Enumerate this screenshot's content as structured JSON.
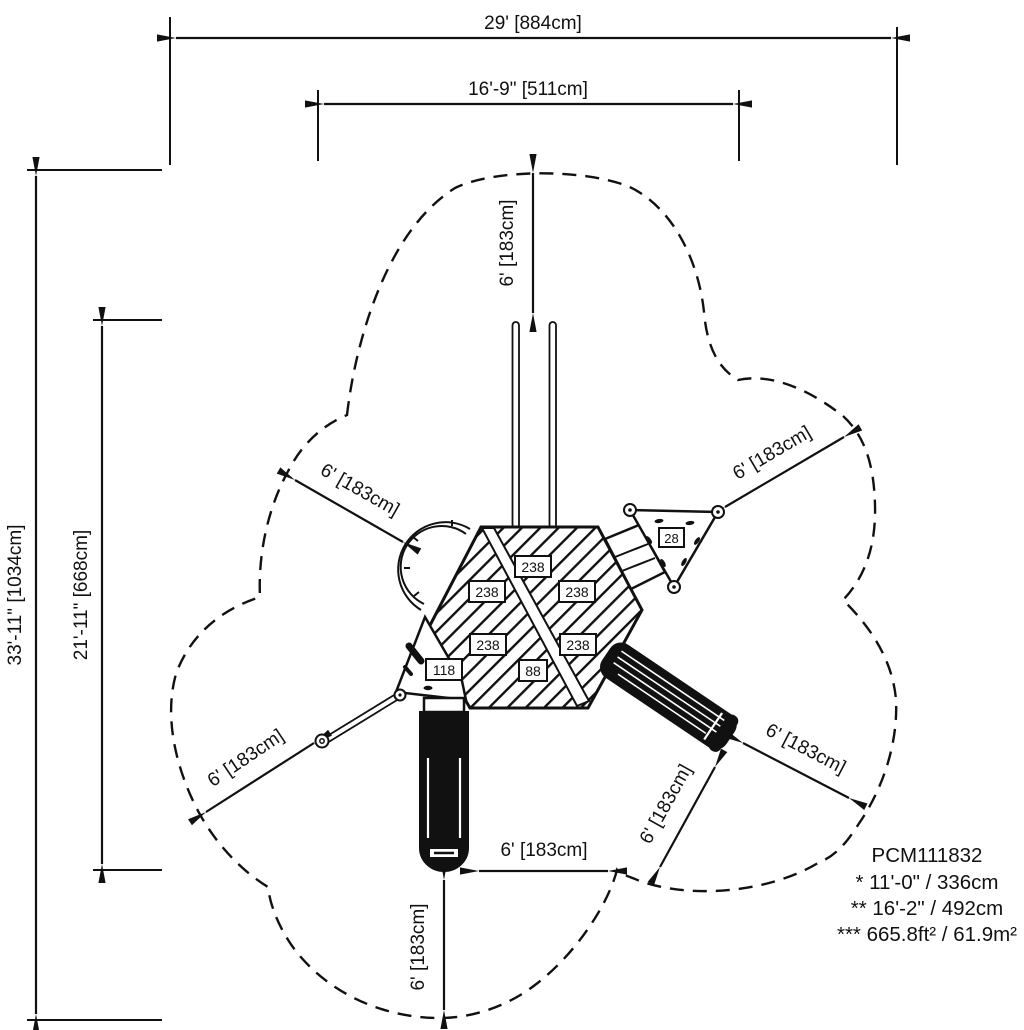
{
  "dimensions": {
    "overall_width": "29' [884cm]",
    "inner_width": "16'-9\" [511cm]",
    "overall_height": "33'-11\" [1034cm]",
    "inner_height": "21'-11\" [668cm]",
    "use_zone": "6' [183cm]"
  },
  "part_labels": {
    "deck": "238",
    "transfer_station": "118",
    "small_deck": "88",
    "triangle_deck": "28"
  },
  "info_block": {
    "model": "PCM111832",
    "note_height": "* 11'-0\" / 336cm",
    "note_width": "** 16'-2\" / 492cm",
    "note_area": "*** 665.8ft² / 61.9m²"
  }
}
